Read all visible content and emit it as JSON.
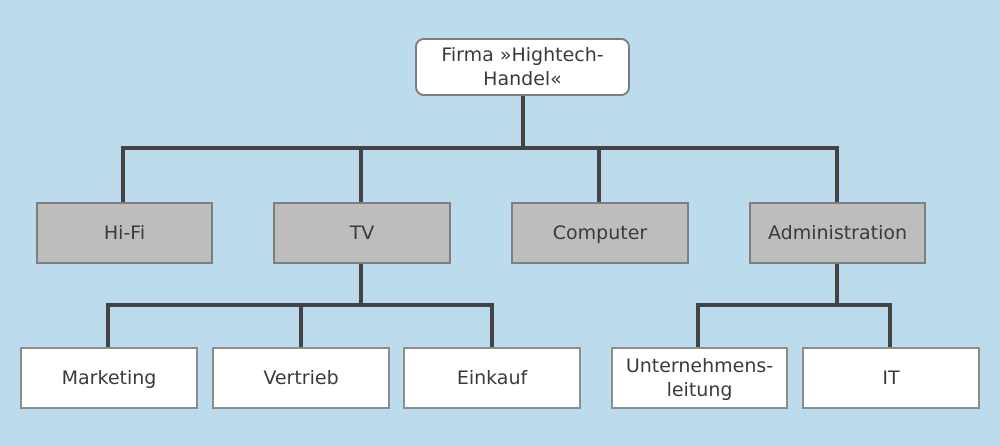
{
  "diagram": {
    "type": "org-chart",
    "root": {
      "label": "Firma »Hightech-\nHandel«",
      "label_line1": "Firma »Hightech-",
      "label_line2": "Handel«"
    },
    "departments": [
      {
        "label": "Hi-Fi",
        "children": []
      },
      {
        "label": "TV",
        "children": [
          "Marketing",
          "Vertrieb",
          "Einkauf"
        ]
      },
      {
        "label": "Computer",
        "children": []
      },
      {
        "label": "Administration",
        "children": [
          "Unternehmensleitung",
          "IT"
        ]
      }
    ],
    "tv_children": [
      {
        "label": "Marketing"
      },
      {
        "label": "Vertrieb"
      },
      {
        "label": "Einkauf"
      }
    ],
    "admin_children": [
      {
        "label_line1": "Unternehmens-",
        "label_line2": "leitung"
      },
      {
        "label": "IT"
      }
    ],
    "colors": {
      "background": "#bcdcee",
      "department_fill": "#bdbdbd",
      "leaf_fill": "#ffffff",
      "connector": "#444444"
    }
  }
}
